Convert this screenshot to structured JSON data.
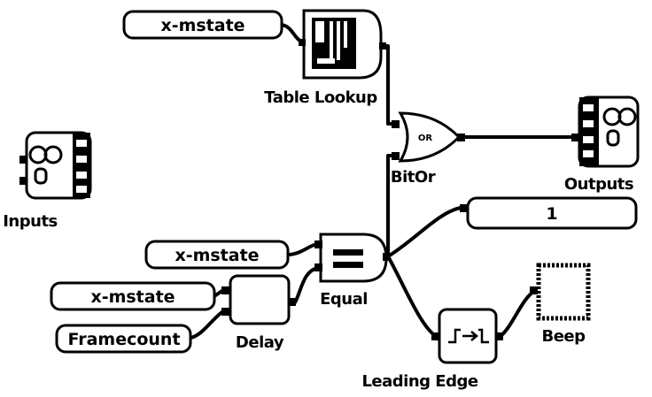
{
  "diagram": {
    "sources": {
      "x_mstate_top": "x-mstate",
      "x_mstate_mid": "x-mstate",
      "x_mstate_low": "x-mstate",
      "framecount": "Framecount"
    },
    "blocks": {
      "table_lookup": "Table Lookup",
      "bitor": "BitOr",
      "bitor_symbol": "OR",
      "outputs": "Outputs",
      "inputs": "Inputs",
      "equal": "Equal",
      "delay": "Delay",
      "leading_edge": "Leading Edge",
      "beep": "Beep"
    },
    "display": {
      "value": "1"
    }
  }
}
